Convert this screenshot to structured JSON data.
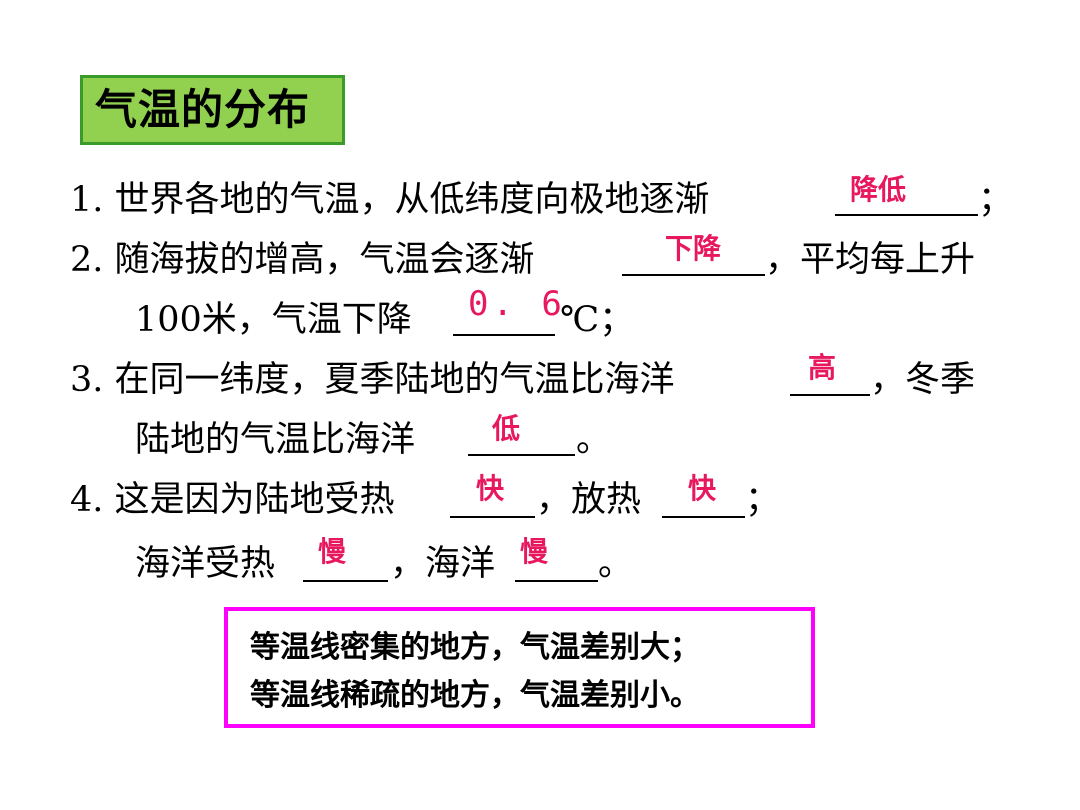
{
  "title": "气温的分布",
  "items": [
    {
      "id": 1,
      "lines": [
        {
          "before": "1. 世界各地的气温，从低纬度向极地逐渐",
          "answer": "降低",
          "after": "；"
        }
      ]
    },
    {
      "id": 2,
      "lines": [
        {
          "before": "2. 随海拔的增高，气温会逐渐",
          "answer": "下降",
          "after": "，平均每上升"
        },
        {
          "before": "100米，气温下降",
          "answer": "0. 6",
          "after": "℃；"
        }
      ]
    },
    {
      "id": 3,
      "lines": [
        {
          "before": "3. 在同一纬度，夏季陆地的气温比海洋",
          "answer": "高",
          "after": "，冬季"
        },
        {
          "before": "陆地的气温比海洋",
          "answer": "低",
          "after": "。"
        }
      ]
    },
    {
      "id": 4,
      "lines": [
        {
          "before": "4. 这是因为陆地受热",
          "answer": "快",
          "middle": "，放热",
          "answer2": "快",
          "after": "；"
        },
        {
          "before": "海洋受热",
          "answer": "慢",
          "middle": "，海洋",
          "answer2": "慢",
          "after": "。"
        }
      ]
    }
  ],
  "note": {
    "lines": [
      "等温线密集的地方，气温差别大；",
      "等温线稀疏的地方，气温差别小。"
    ]
  },
  "colors": {
    "title_bg": "#92D050",
    "title_border": "#3A9A2A",
    "answer": "#E8185F",
    "note_border": "#FF00FF"
  }
}
